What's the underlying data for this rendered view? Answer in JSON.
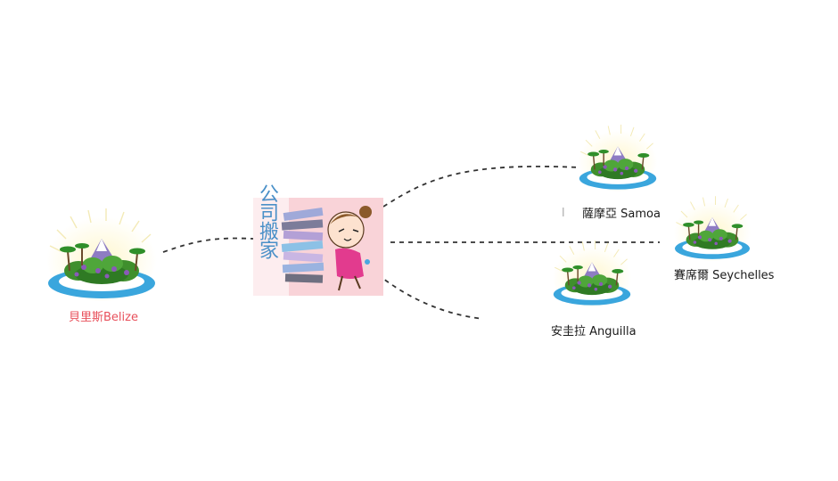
{
  "origin": {
    "label": "貝里斯Belize"
  },
  "center": {
    "label": "公司搬家"
  },
  "destinations": [
    {
      "id": "samoa",
      "label": "薩摩亞 Samoa"
    },
    {
      "id": "seychelles",
      "label": "賽席爾 Seychelles"
    },
    {
      "id": "anguilla",
      "label": "安圭拉 Anguilla"
    }
  ],
  "colors": {
    "origin_label": "#e8505b",
    "text": "#1a1a1a",
    "connector": "#333333",
    "center_bg": "#f9d3d8",
    "center_text": "#4a90c8",
    "water": "#3aa6dd",
    "foliage": "#3a8a2a",
    "flowers": "#8a5ab8"
  },
  "icons": [
    "island-icon",
    "moving-character-icon"
  ]
}
